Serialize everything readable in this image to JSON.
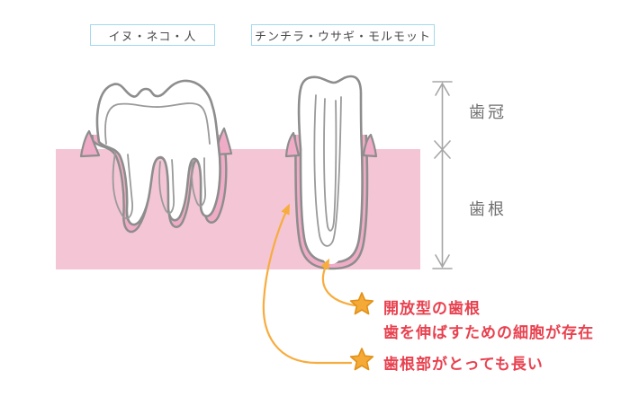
{
  "diagram": {
    "group_labels": {
      "left": "イヌ・ネコ・人",
      "right": "チンチラ・ウサギ・モルモット"
    },
    "measurements": {
      "crown": "歯冠",
      "root": "歯根"
    },
    "annotations": {
      "open_root_title": "開放型の歯根",
      "open_root_detail": "歯を伸ばすための細胞が存在",
      "long_root": "歯根部がとっても長い"
    }
  },
  "icons": {
    "star": "★"
  },
  "colors": {
    "gum_pink": "#F3C5D5",
    "socket_pink": "#F0ACC6",
    "tooth_fill": "#FFFFFF",
    "tooth_outline_gray": "#8D8D8D",
    "dimension_gray": "#A6A6A6",
    "label_gray": "#6F6F6F",
    "annotation_red": "#E8414F",
    "star_gold": "#F5A937",
    "star_outline": "#E29118",
    "arrow_orange": "#F7AC3E",
    "group_box_border_blue": "#A3D8EF"
  }
}
